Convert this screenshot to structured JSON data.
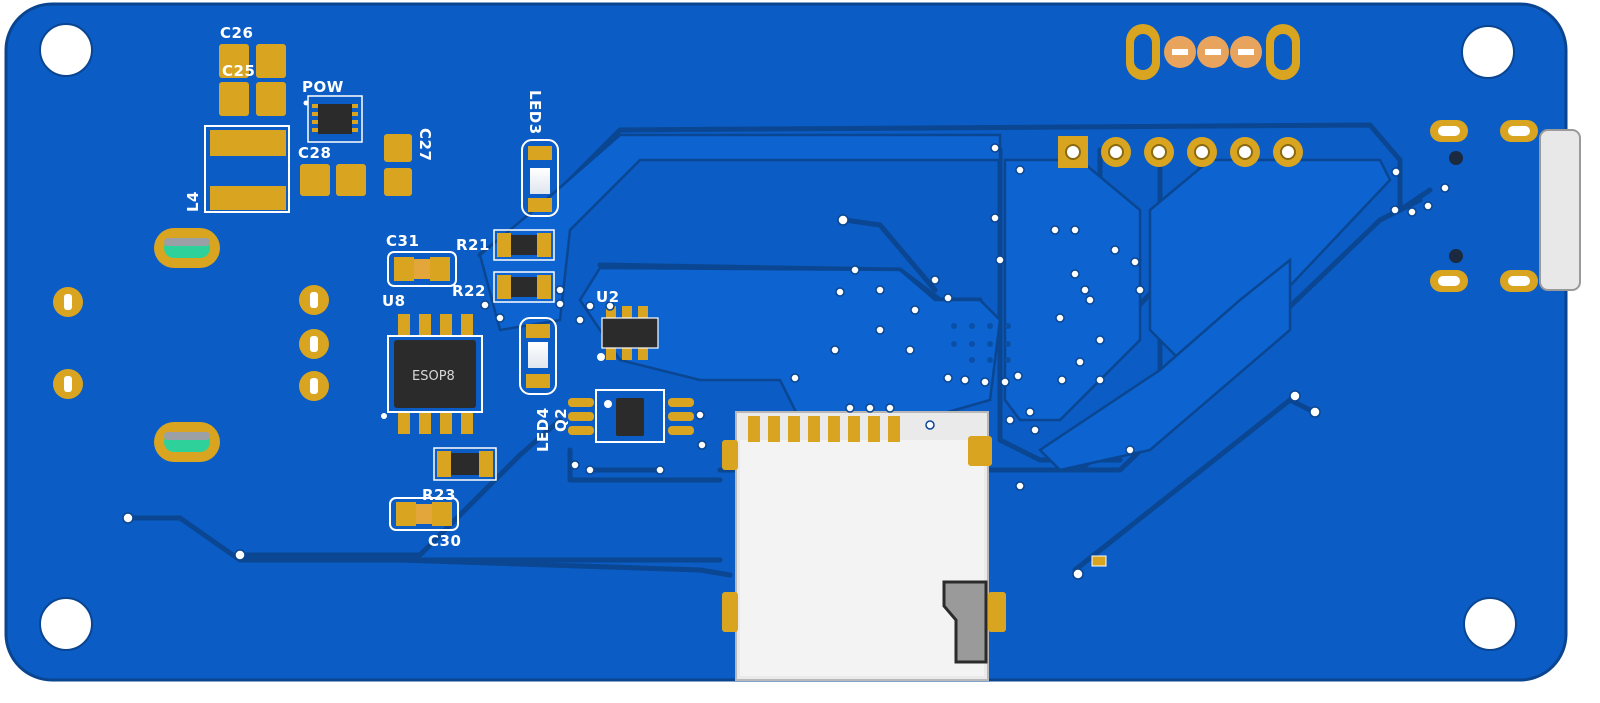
{
  "image": {
    "subject": "Blue PCB bottom side render",
    "colors": {
      "board": "#0b5cc4",
      "board_dark": "#0a4fa8",
      "copper_pour": "#0d63cf",
      "trace": "#0a4691",
      "pad_gold": "#d9a521",
      "pad_light": "#e7b54a",
      "silkscreen": "#ffffff",
      "ic_body": "#2b2b2b",
      "sd_shell": "#e8e8e8"
    }
  },
  "labels": {
    "c26": "C26",
    "c25": "C25",
    "pow": "POW",
    "c27": "C27",
    "c28": "C28",
    "l4": "L4",
    "led3": "LED3",
    "c31": "C31",
    "r21": "R21",
    "r22": "R22",
    "u8": "U8",
    "u2": "U2",
    "esop8": "ESOP8",
    "r23": "R23",
    "c30": "C30",
    "led4": "LED4",
    "q2": "Q2"
  }
}
